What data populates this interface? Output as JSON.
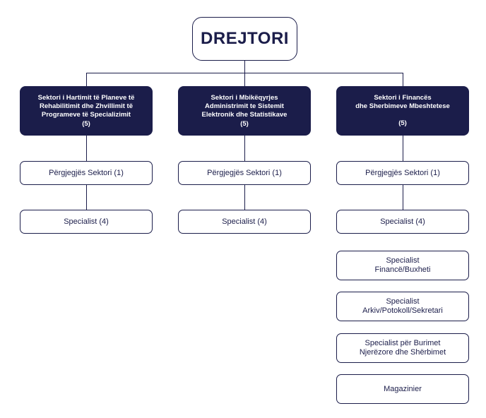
{
  "root": {
    "title": "DREJTORI"
  },
  "sectors": [
    {
      "title": "Sektori i Hartimit të Planeve të\nRehabilitimit dhe Zhvillimit të\nProgrameve të Specializimit",
      "count": "(5)",
      "roles": [
        "Përgjegjës Sektori (1)",
        "Specialist (4)"
      ]
    },
    {
      "title": "Sektori i Mbikëqyrjes\nAdministrimit te Sistemit\nElektronik dhe Statistikave",
      "count": "(5)",
      "roles": [
        "Përgjegjës Sektori (1)",
        "Specialist (4)"
      ]
    },
    {
      "title": "Sektori i Financës\ndhe Sherbimeve Mbeshtetese",
      "count": "(5)",
      "roles": [
        "Përgjegjës Sektori (1)",
        "Specialist (4)"
      ],
      "extra_roles": [
        "Specialist\nFinancë/Buxheti",
        "Specialist\nArkiv/Potokoll/Sekretari",
        "Specialist për Burimet\nNjerëzore dhe Shërbimet",
        "Magazinier"
      ]
    }
  ],
  "colors": {
    "navy": "#1b1d4a",
    "background": "#ffffff"
  }
}
